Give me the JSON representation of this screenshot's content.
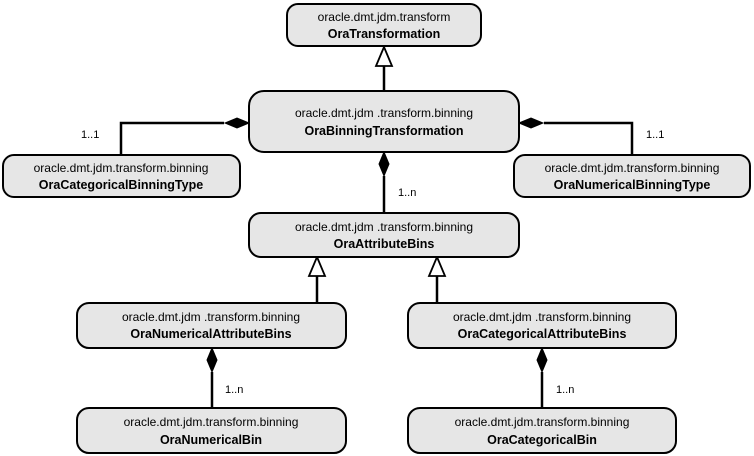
{
  "nodes": {
    "ora_transformation": {
      "package": "oracle.dmt.jdm.transform",
      "class": "OraTransformation"
    },
    "ora_binning_transformation": {
      "package": "oracle.dmt.jdm .transform.binning",
      "class": "OraBinningTransformation"
    },
    "ora_categorical_binning_type": {
      "package": "oracle.dmt.jdm.transform.binning",
      "class": "OraCategoricalBinningType"
    },
    "ora_numerical_binning_type": {
      "package": "oracle.dmt.jdm.transform.binning",
      "class": "OraNumericalBinningType"
    },
    "ora_attribute_bins": {
      "package": "oracle.dmt.jdm .transform.binning",
      "class": "OraAttributeBins"
    },
    "ora_numerical_attribute_bins": {
      "package": "oracle.dmt.jdm .transform.binning",
      "class": "OraNumericalAttributeBins"
    },
    "ora_categorical_attribute_bins": {
      "package": "oracle.dmt.jdm .transform.binning",
      "class": "OraCategoricalAttributeBins"
    },
    "ora_numerical_bin": {
      "package": "oracle.dmt.jdm.transform.binning",
      "class": "OraNumericalBin"
    },
    "ora_categorical_bin": {
      "package": "oracle.dmt.jdm.transform.binning",
      "class": "OraCategoricalBin"
    }
  },
  "multiplicities": {
    "categorical_binning_type": "1..1",
    "numerical_binning_type": "1..1",
    "attribute_bins": "1..n",
    "numerical_bin": "1..n",
    "categorical_bin": "1..n"
  }
}
